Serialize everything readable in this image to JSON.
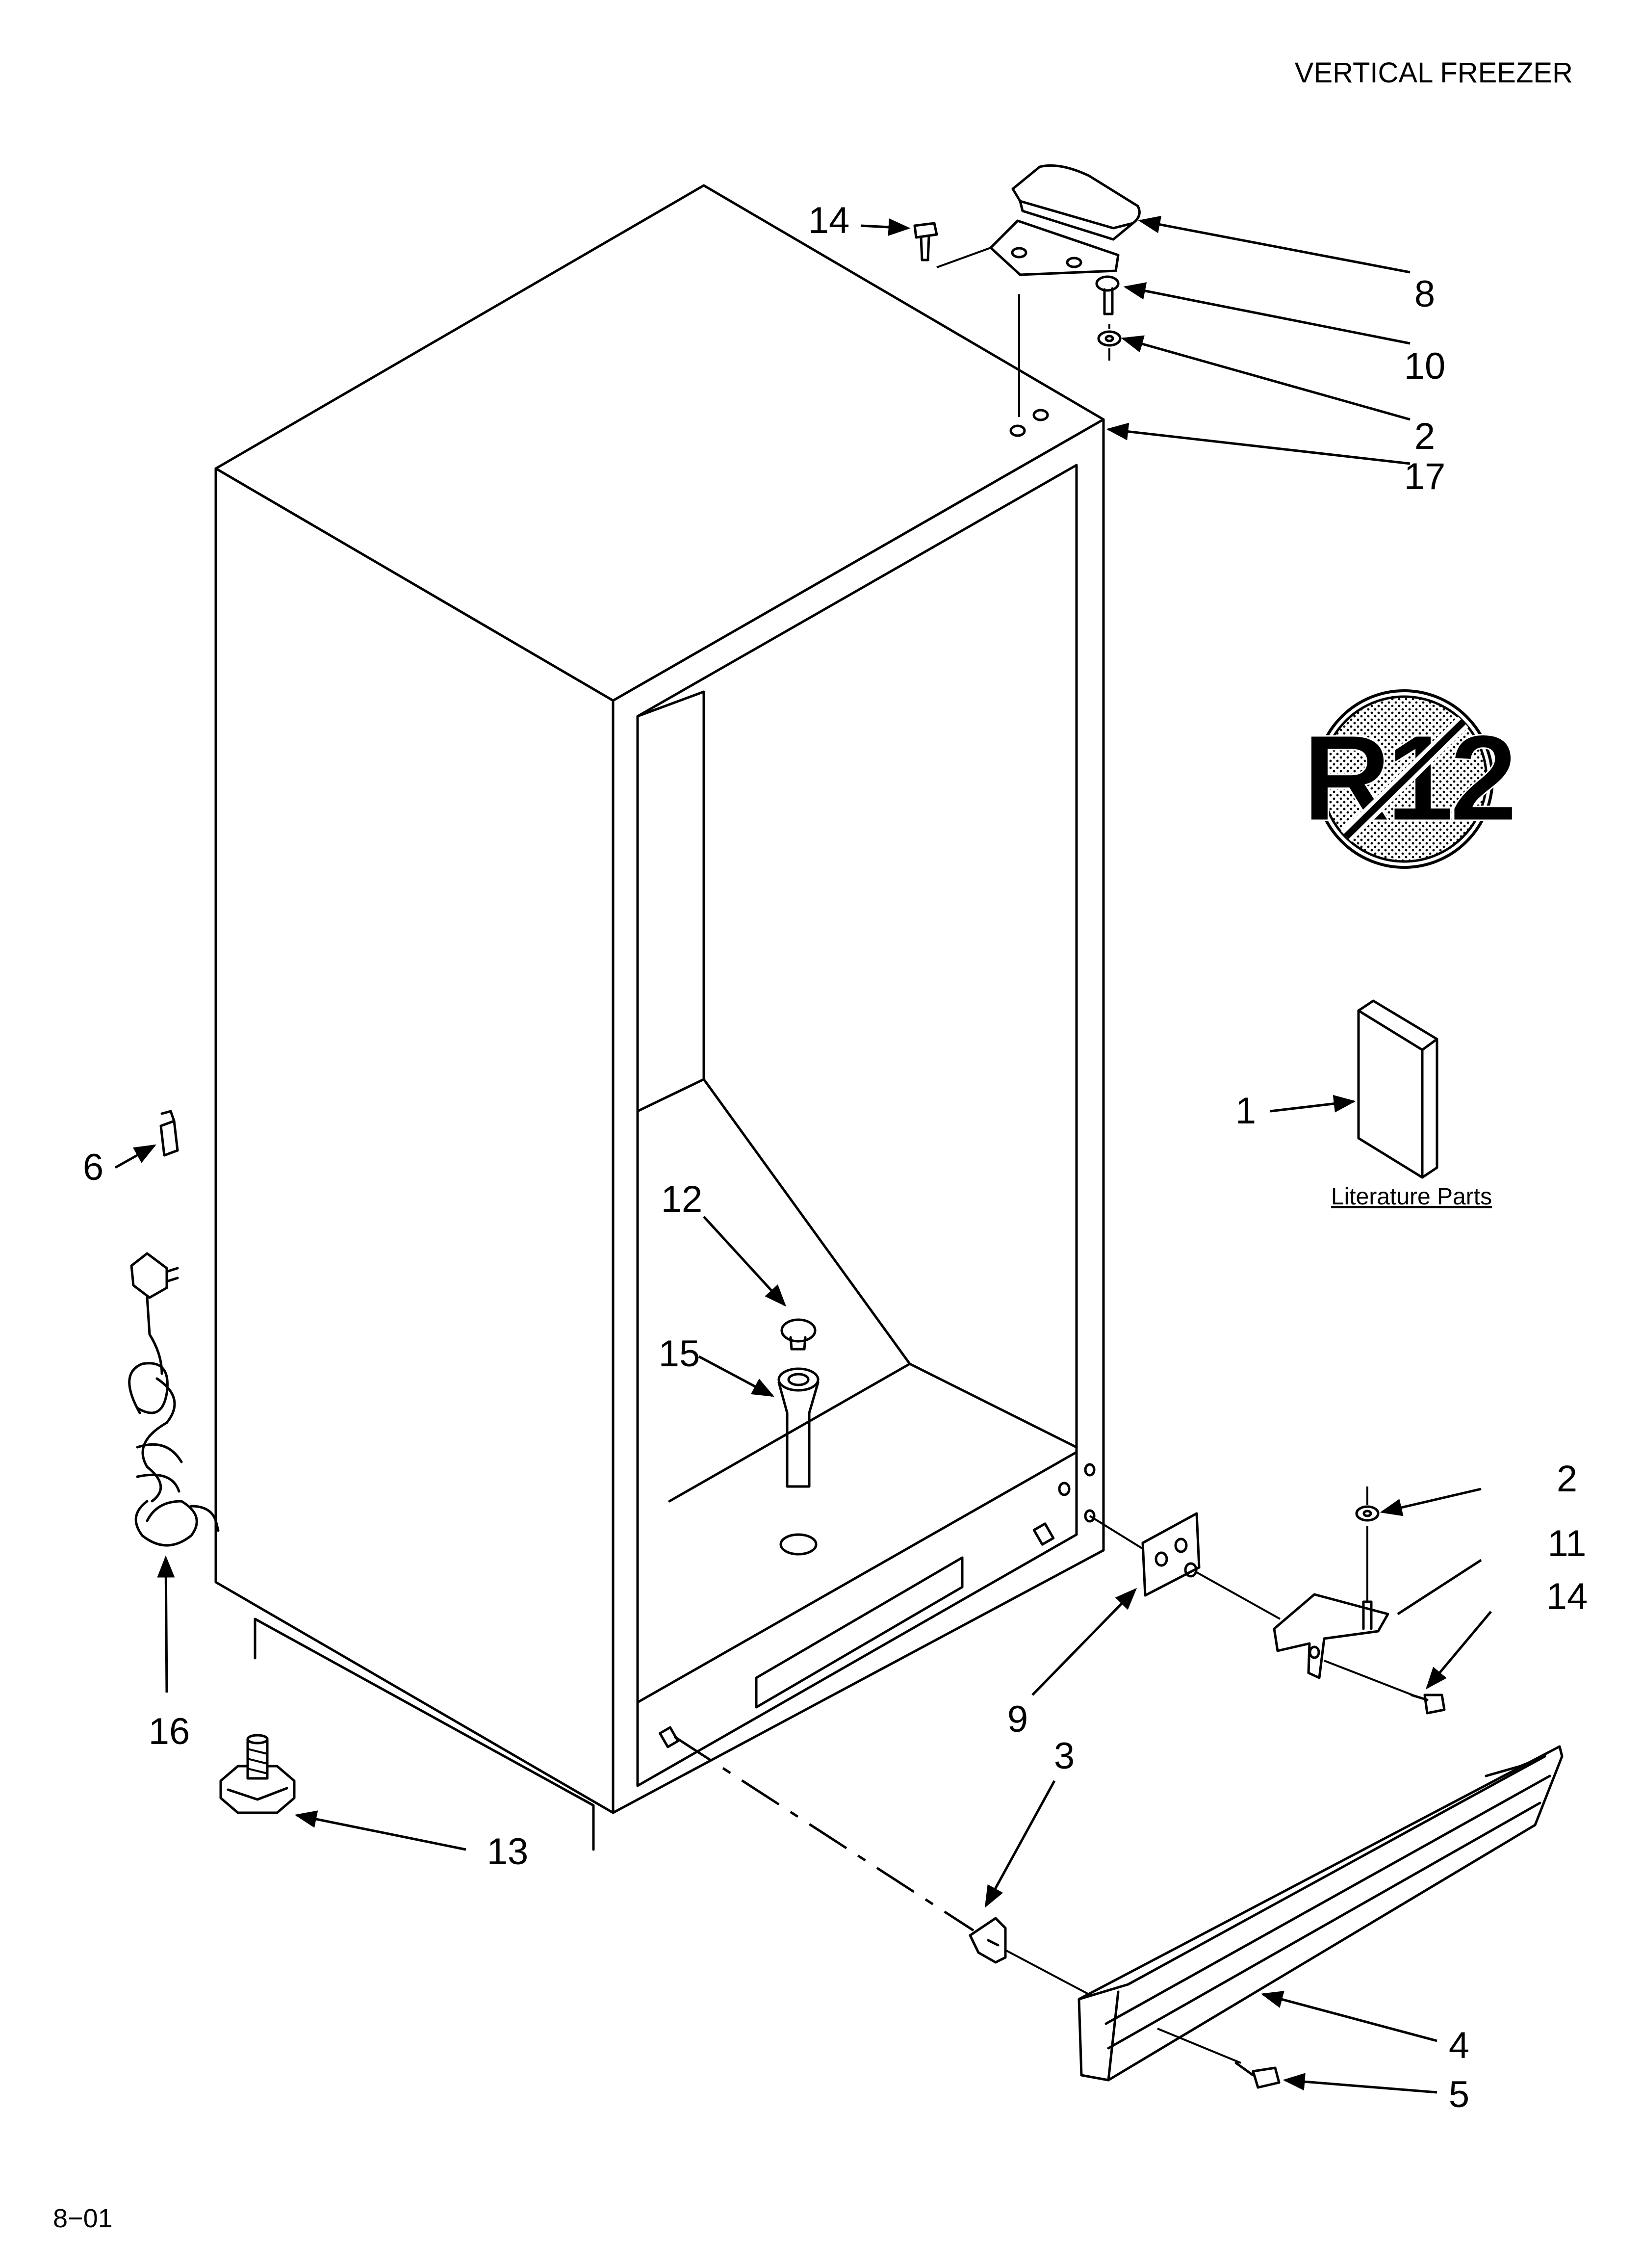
{
  "header": {
    "title": "VERTICAL FREEZER"
  },
  "footer": {
    "code": "8−01"
  },
  "literature": {
    "caption": "Literature Parts"
  },
  "badge": {
    "text": "R12"
  },
  "callouts": {
    "c1": "1",
    "c2a": "2",
    "c2b": "2",
    "c3": "3",
    "c4": "4",
    "c5": "5",
    "c6": "6",
    "c8": "8",
    "c9": "9",
    "c10": "10",
    "c11": "11",
    "c12": "12",
    "c13": "13",
    "c14a": "14",
    "c14b": "14",
    "c15": "15",
    "c16": "16",
    "c17": "17"
  }
}
